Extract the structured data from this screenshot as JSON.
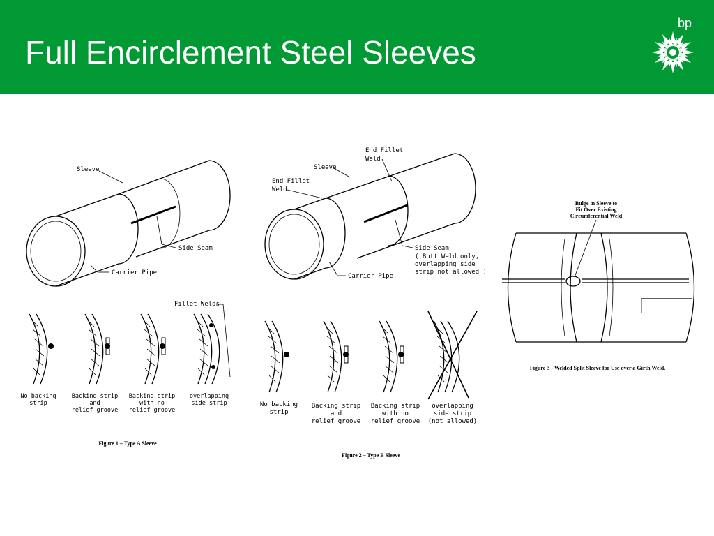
{
  "slide": {
    "title": "Full Encirclement Steel Sleeves",
    "logo_text": "bp",
    "header_color": "#009933"
  },
  "figure1": {
    "labels": {
      "sleeve": "Sleeve",
      "side_seam": "Side Seam",
      "carrier_pipe": "Carrier Pipe",
      "fillet_welds": "Fillet Welds"
    },
    "details": [
      {
        "line1": "No backing",
        "line2": "strip",
        "line3": ""
      },
      {
        "line1": "Backing strip",
        "line2": "and",
        "line3": "relief groove"
      },
      {
        "line1": "Backing strip",
        "line2": "with no",
        "line3": "relief groove"
      },
      {
        "line1": "overlapping",
        "line2": "side strip",
        "line3": ""
      }
    ],
    "caption": "Figure 1 – Type A Sleeve"
  },
  "figure2": {
    "labels": {
      "end_fillet_weld_top_1": "End Fillet",
      "end_fillet_weld_top_2": "Weld",
      "end_fillet_weld_left_1": "End Fillet",
      "end_fillet_weld_left_2": "Weld",
      "sleeve": "Sleeve",
      "side_seam_1": "Side Seam",
      "side_seam_2": "( Butt Weld only,",
      "side_seam_3": "overlapping side",
      "side_seam_4": "strip not allowed )",
      "carrier_pipe": "Carrier Pipe"
    },
    "details": [
      {
        "line1": "No backing",
        "line2": "strip",
        "line3": ""
      },
      {
        "line1": "Backing strip",
        "line2": "and",
        "line3": "relief groove"
      },
      {
        "line1": "Backing strip",
        "line2": "with no",
        "line3": "relief groove"
      },
      {
        "line1": "overlapping",
        "line2": "side strip",
        "line3": "(not allowed)"
      }
    ],
    "caption": "Figure 2 – Type B Sleeve"
  },
  "figure3": {
    "note_1": "Bulge in Sleeve to",
    "note_2": "Fit Over Existing",
    "note_3": "Circumferential Weld",
    "caption": "Figure 3 - Welded Split Sleeve for Use over a Girth Weld."
  }
}
